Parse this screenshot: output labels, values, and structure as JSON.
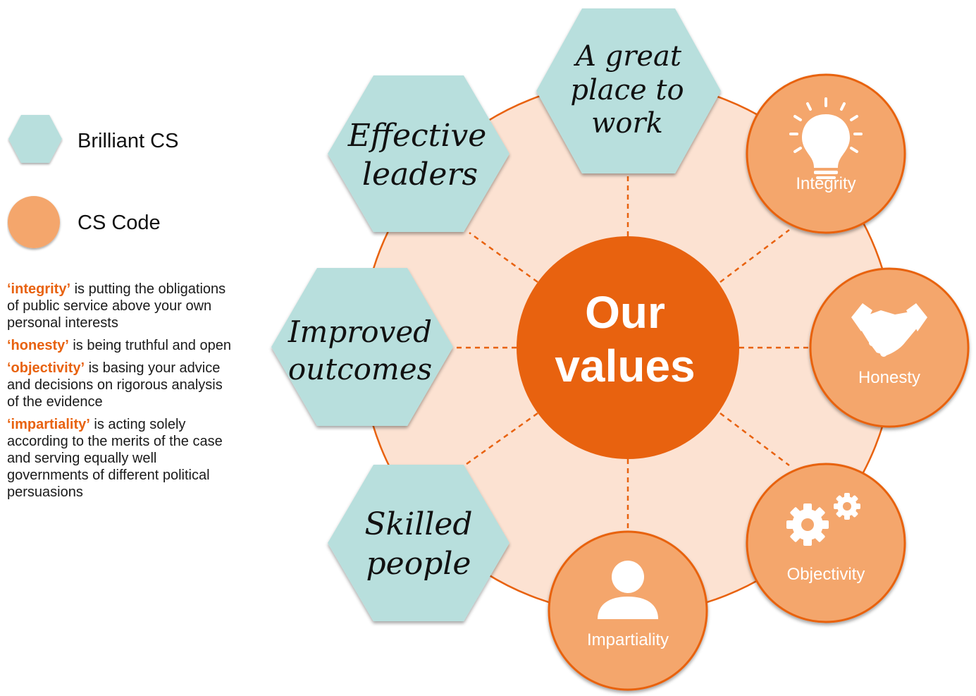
{
  "legend": {
    "brilliant": {
      "label": "Brilliant CS"
    },
    "cscode": {
      "label": "CS Code"
    }
  },
  "definitions": [
    {
      "term": "‘integrity’",
      "text": " is putting the obligations of public service above your own personal interests"
    },
    {
      "term": "‘honesty’",
      "text": " is being truthful and open"
    },
    {
      "term": "‘objectivity’",
      "text": " is basing your advice and decisions on rigorous analysis of the evidence"
    },
    {
      "term": "‘impartiality’",
      "text": " is acting solely according to the merits of the case and serving equally well governments of different political persuasions"
    }
  ],
  "center": {
    "line1": "Our",
    "line2": "values"
  },
  "hexagons": [
    {
      "lines": [
        "A great",
        "place to",
        "work"
      ]
    },
    {
      "lines": [
        "Effective",
        "leaders"
      ]
    },
    {
      "lines": [
        "Improved",
        "outcomes"
      ]
    },
    {
      "lines": [
        "Skilled",
        "people"
      ]
    }
  ],
  "circles": [
    {
      "label": "Integrity",
      "icon": "lightbulb-icon"
    },
    {
      "label": "Honesty",
      "icon": "handshake-icon"
    },
    {
      "label": "Objectivity",
      "icon": "gears-icon"
    },
    {
      "label": "Impartiality",
      "icon": "person-icon"
    }
  ],
  "colors": {
    "teal": "#b8dfdd",
    "orange_light": "#f4a66c",
    "orange_dark": "#e8620f",
    "ring_fill": "#fce2d2"
  }
}
